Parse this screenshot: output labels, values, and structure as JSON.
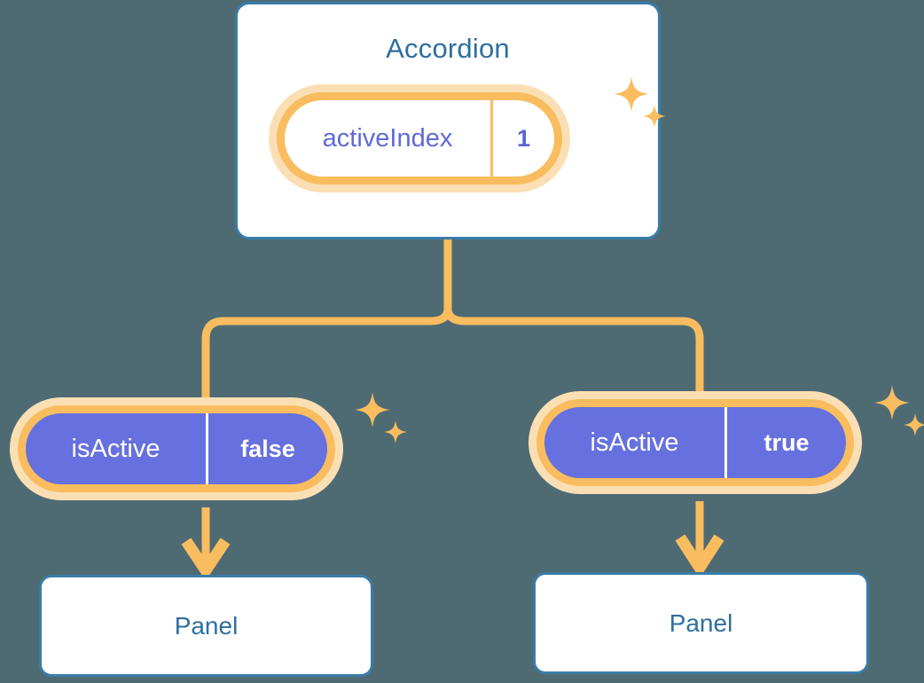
{
  "theme": {
    "background": "#4e6b74",
    "card_border": "#3a7ca8",
    "card_fill": "#ffffff",
    "title_text": "#2e6f9e",
    "accent_orange": "#f9bd5f",
    "accent_orange_glow": "#fbdfb4",
    "pill_purple": "#6670de",
    "pill_purple_text": "#5b63d3",
    "pill_white_text": "#ffffff"
  },
  "diagram": {
    "type": "component-state-tree",
    "root": {
      "title": "Accordion",
      "state": {
        "key": "activeIndex",
        "value": "1"
      }
    },
    "branches": [
      {
        "state": {
          "key": "isActive",
          "value": "false"
        },
        "child": {
          "title": "Panel"
        }
      },
      {
        "state": {
          "key": "isActive",
          "value": "true"
        },
        "child": {
          "title": "Panel"
        }
      }
    ]
  },
  "icons": {
    "sparkle": "sparkle-icon",
    "arrow_down": "arrow-down-icon"
  }
}
